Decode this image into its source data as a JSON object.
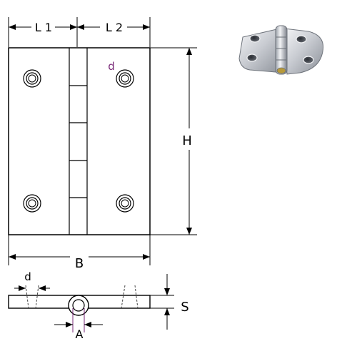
{
  "labels": {
    "l1": "L 1",
    "l2": "L 2",
    "d_top": "d",
    "h": "H",
    "b": "B",
    "d_side": "d",
    "s": "S",
    "a": "A"
  },
  "colors": {
    "outline": "#000000",
    "accent": "#7a2a78",
    "dash": "#444444",
    "metal_light": "#e4e6ea",
    "metal_dark": "#7d828b"
  }
}
